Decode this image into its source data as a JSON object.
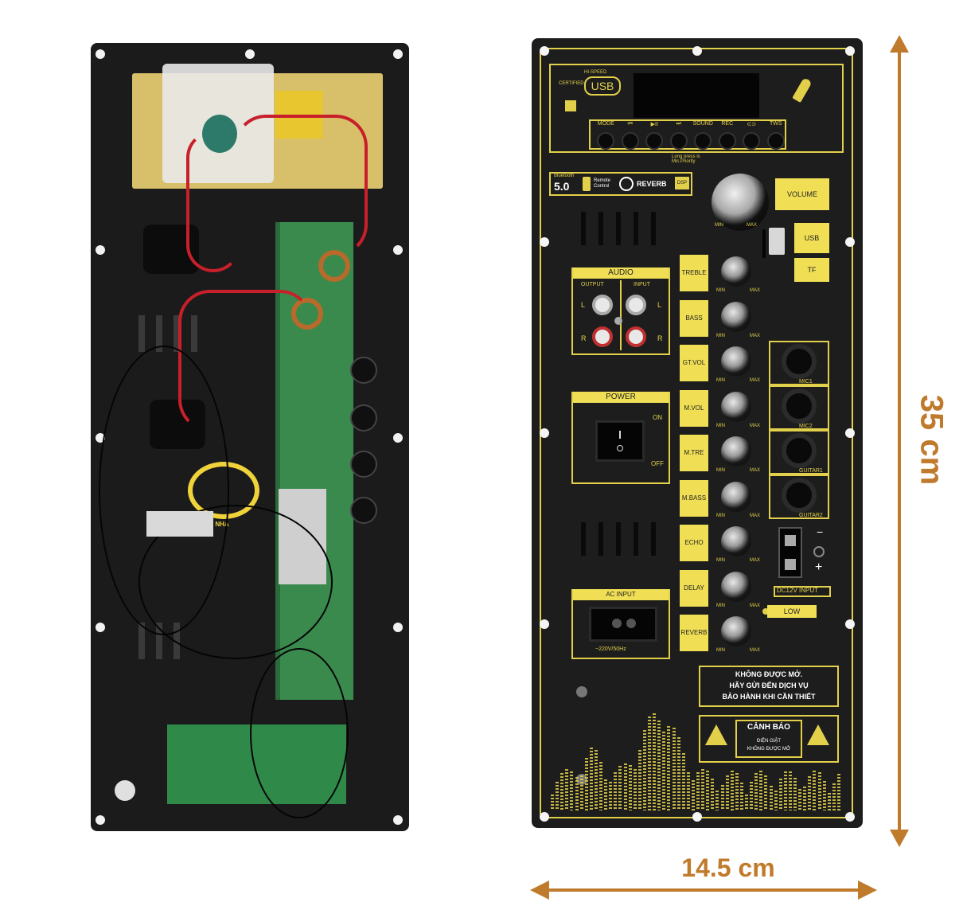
{
  "panel": {
    "usb_logo": "USB",
    "usb_sub": "HI-SPEED",
    "usb_sub2": "CERTIFIED",
    "buttons": [
      "MODE",
      "⏮",
      "▶II",
      "⏭",
      "SOUND",
      "REC",
      "⊂⊃",
      "TWS"
    ],
    "long_press_note": "Long press is Mic.Priority",
    "bluetooth_label": "Bluetooth",
    "bluetooth_version": "5.0",
    "remote_label": "Remote Control",
    "reverb_badge": "REVERB",
    "dsp_badge": "DSP",
    "volume_label": "VOLUME",
    "volume_min": "MIN",
    "volume_max": "MAX",
    "usb_port_label": "USB",
    "tf_label": "TF",
    "audio_title": "AUDIO",
    "audio_output": "OUTPUT",
    "audio_input": "INPUT",
    "audio_l": "L",
    "audio_r": "R",
    "power_title": "POWER",
    "power_on": "ON",
    "power_off": "OFF",
    "ac_title": "AC INPUT",
    "ac_spec": "~220V/50Hz",
    "knobs": [
      "TREBLE",
      "BASS",
      "GT.VOL",
      "M.VOL",
      "M.TRE",
      "M.BASS",
      "ECHO",
      "DELAY",
      "REVERB"
    ],
    "knob_min": "MIN",
    "knob_max": "MAX",
    "jacks": [
      "MIC1",
      "MIC2",
      "GUITAR1",
      "GUITAR2"
    ],
    "dc_minus": "−",
    "dc_plus": "+",
    "dc_label": "DC12V INPUT",
    "low_label": "LOW",
    "warning_main_1": "KHÔNG ĐƯỢC MỞ.",
    "warning_main_2": "HÃY GỬI ĐẾN DỊCH VỤ",
    "warning_main_3": "BẢO HÀNH KHI CẦN THIẾT",
    "caution_title": "CẢNH BÁO",
    "caution_1": "ĐIỆN GIẬT",
    "caution_2": "KHÔNG ĐƯỢC MỞ"
  },
  "left_board": {
    "logo_text": "NHA"
  },
  "dimensions": {
    "height": "35 cm",
    "width": "14.5 cm"
  },
  "colors": {
    "accent": "#e3d04a",
    "dimension": "#c07a2c",
    "panel": "#1d1d1d"
  }
}
